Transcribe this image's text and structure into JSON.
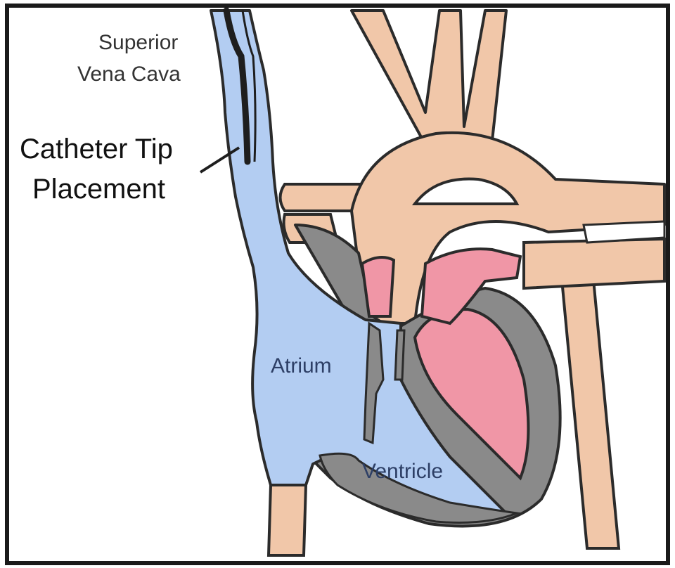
{
  "labels": {
    "svc_line1": "Superior",
    "svc_line2": "Vena Cava",
    "tip_line1": "Catheter Tip",
    "tip_line2": "Placement",
    "atrium": "Atrium",
    "ventricle": "Ventricle"
  },
  "colors": {
    "vein_blue": "#b3cdf2",
    "artery_tan": "#f1c7a9",
    "chamber_pink": "#f096a6",
    "wall_gray": "#8a8a8a",
    "outline": "#2b2b2b",
    "frame": "#1a1a1a",
    "catheter": "#1e1e1e"
  }
}
